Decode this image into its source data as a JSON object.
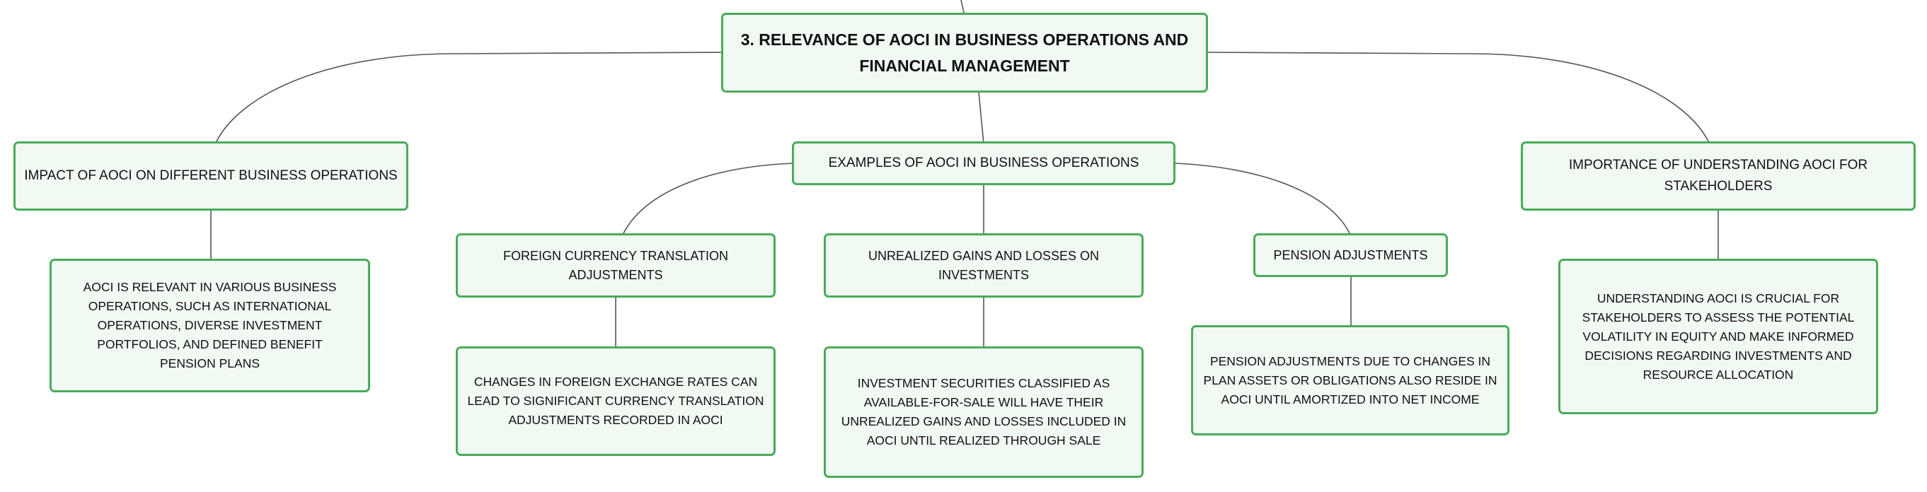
{
  "mindmap": {
    "root": {
      "label": "3. Relevance of AOCI in Business Operations and Financial Management"
    },
    "branches": [
      {
        "label": "Impact of AOCI on Different Business Operations",
        "detail": "AOCI is relevant in various business operations, such as international operations, diverse investment portfolios, and defined benefit pension plans"
      },
      {
        "label": "Examples of AOCI in Business Operations",
        "children": [
          {
            "label": "Foreign Currency Translation Adjustments",
            "detail": "Changes in foreign exchange rates can lead to significant currency translation adjustments recorded in AOCI"
          },
          {
            "label": "Unrealized Gains and Losses on Investments",
            "detail": "Investment securities classified as available-for-sale will have their unrealized gains and losses included in AOCI until realized through sale"
          },
          {
            "label": "Pension Adjustments",
            "detail": "Pension adjustments due to changes in plan assets or obligations also reside in AOCI until amortized into net income"
          }
        ]
      },
      {
        "label": "Importance of Understanding AOCI for Stakeholders",
        "detail": "Understanding AOCI is crucial for stakeholders to assess the potential volatility in equity and make informed decisions regarding investments and resource allocation"
      }
    ]
  },
  "colors": {
    "node_border": "#4aab5a",
    "node_fill": "#f1f9f3",
    "connector": "#555555",
    "text": "#111111"
  }
}
